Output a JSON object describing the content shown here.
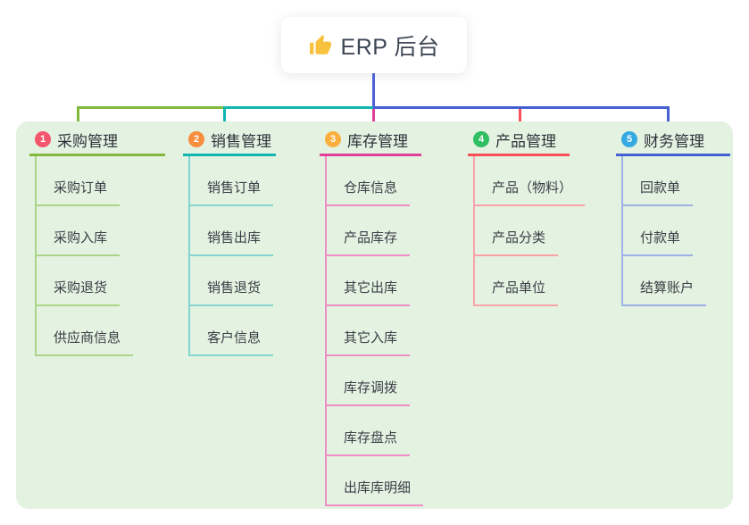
{
  "root": {
    "title": "ERP 后台",
    "icon": "thumbs-up-icon",
    "icon_color": "#f9c23c"
  },
  "colors": {
    "page_bg": "#ffffff",
    "panel_bg": "#e4f2e1",
    "root_connector": "#4c63d4",
    "root_text": "#3d4654",
    "heading_text": "#2e323a",
    "child_text": "#3a3e46"
  },
  "branches": [
    {
      "badge": "1",
      "badge_color": "#f4566c",
      "label": "采购管理",
      "line_color": "#82b93c",
      "child_line_color": "#abd489",
      "children": [
        "采购订单",
        "采购入库",
        "采购退货",
        "供应商信息"
      ]
    },
    {
      "badge": "2",
      "badge_color": "#f78e3d",
      "label": "销售管理",
      "line_color": "#12b6b1",
      "child_line_color": "#84d5d1",
      "children": [
        "销售订单",
        "销售出库",
        "销售退货",
        "客户信息"
      ]
    },
    {
      "badge": "3",
      "badge_color": "#fbaf3e",
      "label": "库存管理",
      "line_color": "#e0409a",
      "child_line_color": "#ee8ec4",
      "children": [
        "仓库信息",
        "产品库存",
        "其它出库",
        "其它入库",
        "库存调拨",
        "库存盘点",
        "出库库明细"
      ]
    },
    {
      "badge": "4",
      "badge_color": "#2fbe62",
      "label": "产品管理",
      "line_color": "#f84f57",
      "child_line_color": "#f9a3a8",
      "children": [
        "产品（物料）",
        "产品分类",
        "产品单位"
      ]
    },
    {
      "badge": "5",
      "badge_color": "#35a9e1",
      "label": "财务管理",
      "line_color": "#4560d2",
      "child_line_color": "#9db2e7",
      "children": [
        "回款单",
        "付款单",
        "结算账户"
      ]
    }
  ]
}
